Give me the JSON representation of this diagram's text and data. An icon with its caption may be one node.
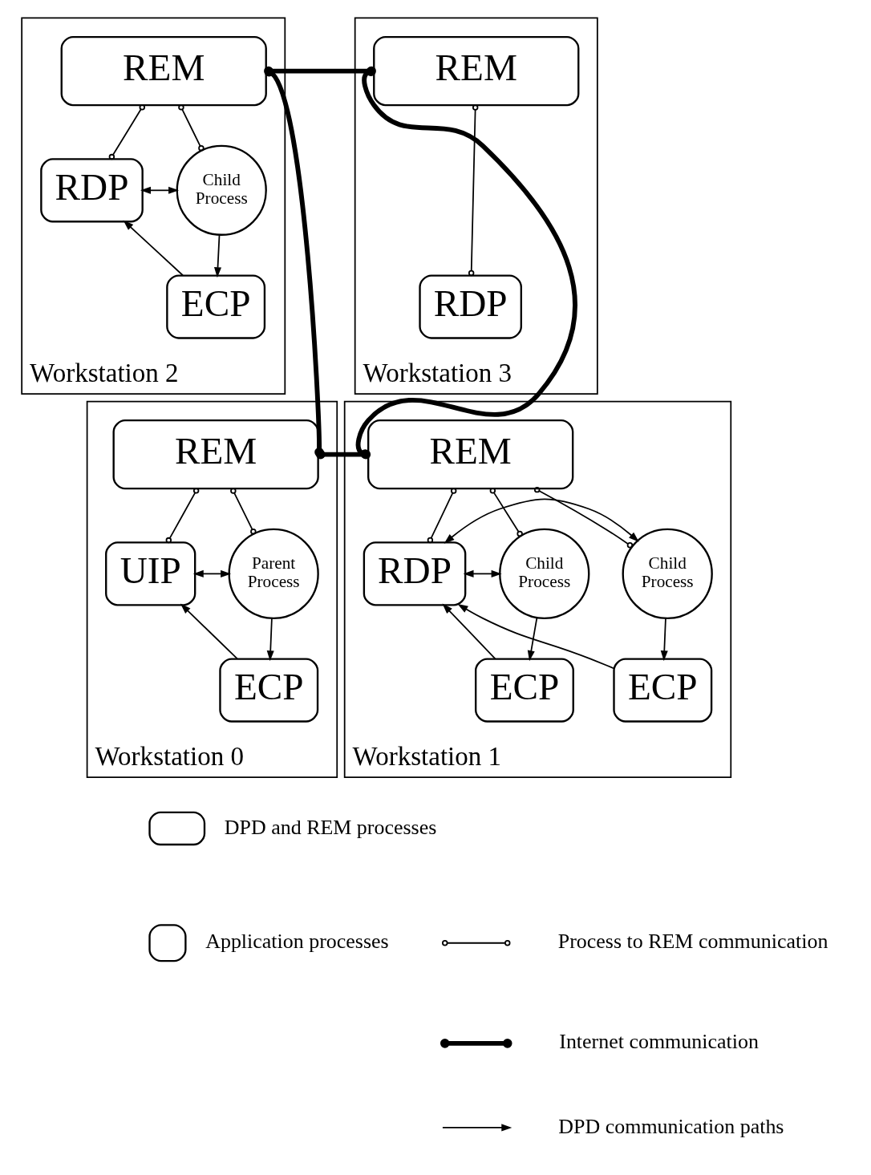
{
  "diagram": {
    "nodes": [
      {
        "text": [
          "Workstation 2"
        ]
      },
      {
        "text": [
          "REM"
        ],
        "in": 0
      },
      {
        "text": [
          "RDP"
        ],
        "in": 0
      },
      {
        "text": [
          "Child Process"
        ],
        "in": 0
      },
      {
        "text": [
          "ECP"
        ],
        "in": 0
      },
      {
        "text": [
          "Workstation 3"
        ]
      },
      {
        "text": [
          "REM"
        ],
        "in": 5
      },
      {
        "text": [
          "RDP"
        ],
        "in": 5
      },
      {
        "text": [
          "Workstation 0"
        ]
      },
      {
        "text": [
          "REM"
        ],
        "in": 8
      },
      {
        "text": [
          "UIP"
        ],
        "in": 8
      },
      {
        "text": [
          "Parent Process"
        ],
        "in": 8
      },
      {
        "text": [
          "ECP"
        ],
        "in": 8
      },
      {
        "text": [
          "Workstation 1"
        ]
      },
      {
        "text": [
          "REM"
        ],
        "in": 13
      },
      {
        "text": [
          "Child Process"
        ],
        "in": 13
      },
      {
        "text": [
          "RDP"
        ],
        "in": 13
      },
      {
        "text": [
          "Child Process"
        ],
        "in": 13
      },
      {
        "text": [
          "ECP"
        ],
        "in": 13
      },
      {
        "text": [
          "ECP"
        ],
        "in": 13
      }
    ],
    "edges": [
      {
        "from": 1,
        "to": 6,
        "arrow": "other",
        "style": "thick"
      },
      {
        "from": 9,
        "to": 14,
        "arrow": "other",
        "style": "thick"
      },
      {
        "from": 1,
        "to": 9,
        "arrow": "other",
        "style": "thick"
      },
      {
        "from": 6,
        "to": 14,
        "arrow": "other",
        "style": "thick"
      },
      {
        "from": 1,
        "to": 2,
        "arrow": "other"
      },
      {
        "from": 1,
        "to": 3,
        "arrow": "other"
      },
      {
        "from": 2,
        "to": 3,
        "arrow": "both"
      },
      {
        "from": 3,
        "to": 4,
        "arrow": "to"
      },
      {
        "from": 4,
        "to": 2,
        "arrow": "to"
      },
      {
        "from": 6,
        "to": 7,
        "arrow": "other"
      },
      {
        "from": 9,
        "to": 10,
        "arrow": "other"
      },
      {
        "from": 9,
        "to": 11,
        "arrow": "other"
      },
      {
        "from": 10,
        "to": 11,
        "arrow": "both"
      },
      {
        "from": 11,
        "to": 12,
        "arrow": "to"
      },
      {
        "from": 12,
        "to": 10,
        "arrow": "to"
      },
      {
        "from": 14,
        "to": 15,
        "arrow": "other"
      },
      {
        "from": 14,
        "to": 16,
        "arrow": "other"
      },
      {
        "from": 14,
        "to": 17,
        "arrow": "other"
      },
      {
        "from": 15,
        "to": 16,
        "arrow": "both"
      },
      {
        "from": 16,
        "to": 17,
        "arrow": "both"
      },
      {
        "from": 15,
        "to": 18,
        "arrow": "to"
      },
      {
        "from": 18,
        "to": 16,
        "arrow": "to"
      },
      {
        "from": 19,
        "to": 16,
        "arrow": "to"
      },
      {
        "from": 17,
        "to": 19,
        "arrow": "to"
      }
    ],
    "legend": [
      {
        "text": "DPD and REM processes"
      },
      {
        "text": "Application processes"
      },
      {
        "text": "Process to REM communication"
      },
      {
        "text": "Internet communication"
      },
      {
        "text": "DPD communication paths"
      }
    ]
  }
}
